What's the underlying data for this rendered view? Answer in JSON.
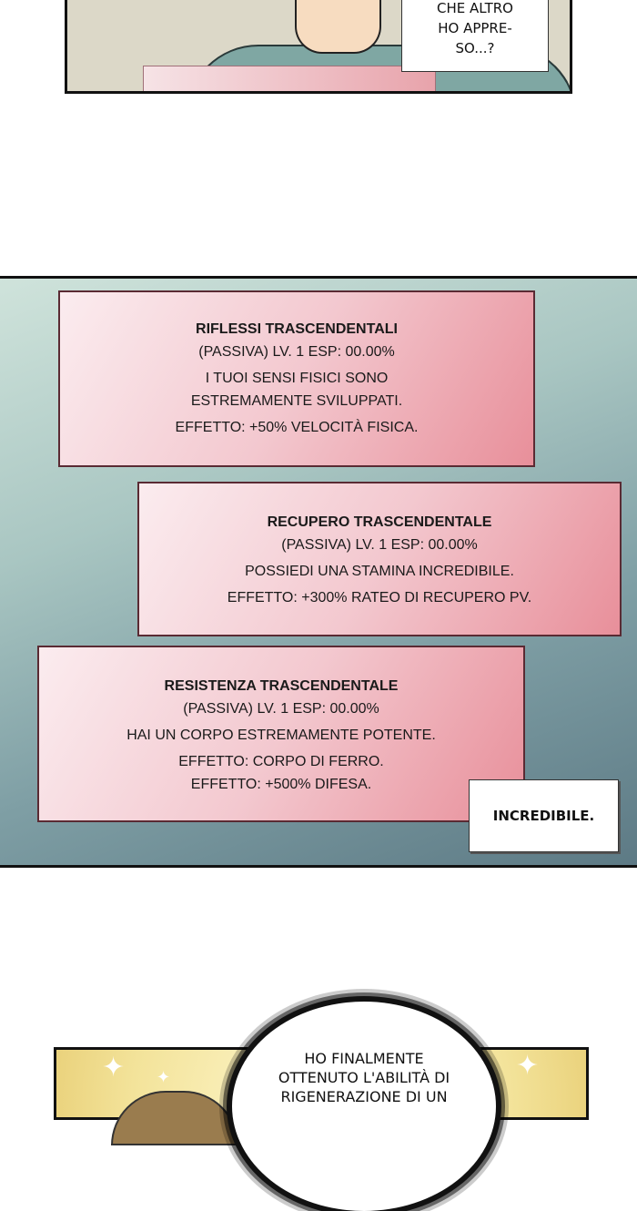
{
  "panel1": {
    "speech": "CHE ALTRO\nHO APPRE-\nSO...?"
  },
  "skills": [
    {
      "name": "RIFLESSI TRASCENDENTALI",
      "type_label": "(PASSIVA) LV. 1 ESP: 00.00%",
      "description": [
        "I TUOI SENSI FISICI SONO",
        "ESTREMAMENTE SVILUPPATI."
      ],
      "effects": [
        "EFFETTO: +50% VELOCITÀ FISICA."
      ]
    },
    {
      "name": "RECUPERO TRASCENDENTALE",
      "type_label": "(PASSIVA) LV. 1 ESP: 00.00%",
      "description": [
        "POSSIEDI UNA STAMINA INCREDIBILE."
      ],
      "effects": [
        "EFFETTO: +300% RATEO DI RECUPERO PV."
      ]
    },
    {
      "name": "RESISTENZA TRASCENDENTALE",
      "type_label": "(PASSIVA) LV. 1 ESP: 00.00%",
      "description": [
        "HAI UN CORPO ESTREMAMENTE POTENTE."
      ],
      "effects": [
        "EFFETTO: CORPO DI FERRO.",
        "EFFETTO: +500% DIFESA."
      ]
    }
  ],
  "panel2": {
    "speech": "INCREDIBILE."
  },
  "panel3": {
    "speech": "HO FINALMENTE\nOTTENUTO L'ABILITÀ DI\nRIGENERAZIONE DI UN"
  }
}
